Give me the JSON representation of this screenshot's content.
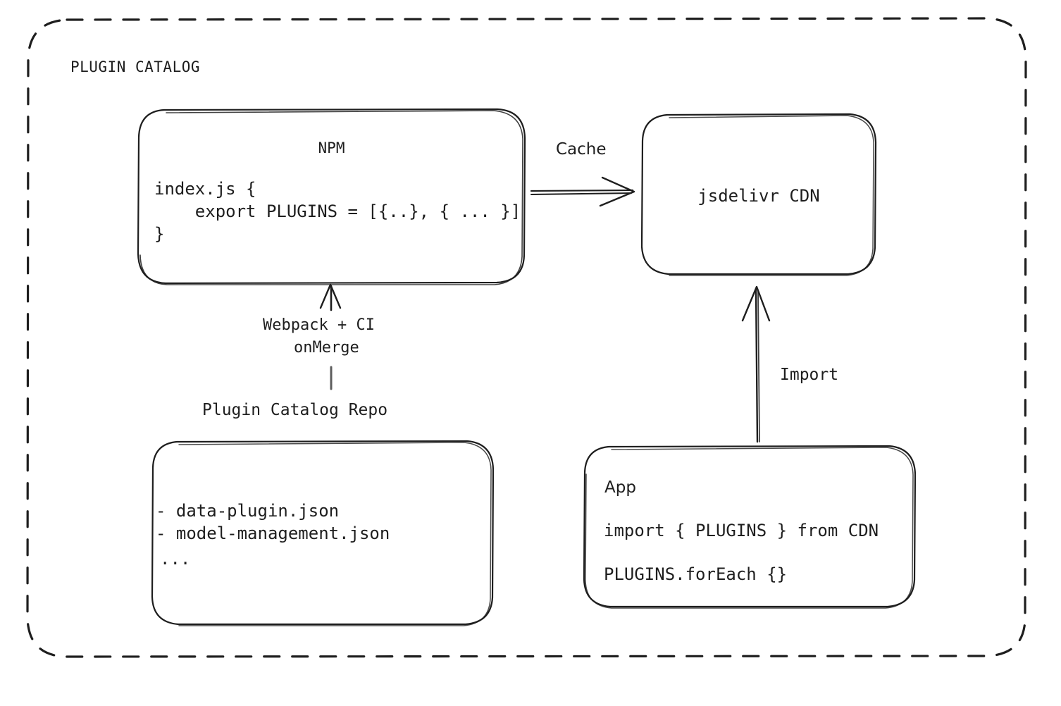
{
  "diagram": {
    "group": {
      "title": "PLUGIN CATALOG"
    },
    "nodes": {
      "npm": {
        "title": "NPM",
        "code_line_1": "index.js {",
        "code_line_2": "    export PLUGINS = [{..}, { ... }]",
        "code_line_3": "}"
      },
      "cdn": {
        "title": "jsdelivr CDN"
      },
      "repo": {
        "caption": "Plugin Catalog Repo",
        "item_1": "- data-plugin.json",
        "item_2": "- model-management.json",
        "item_3": "..."
      },
      "app": {
        "title": "App",
        "code_line_1": "import { PLUGINS } from CDN",
        "code_line_2": "PLUGINS.forEach {}"
      }
    },
    "edges": {
      "npm_to_cdn": "Cache",
      "repo_to_npm_line_1": "Webpack + CI",
      "repo_to_npm_line_2": "onMerge",
      "app_to_cdn": "Import"
    },
    "colors": {
      "stroke": "#1e1e1e",
      "background": "#ffffff",
      "text": "#1e1e1e"
    }
  }
}
